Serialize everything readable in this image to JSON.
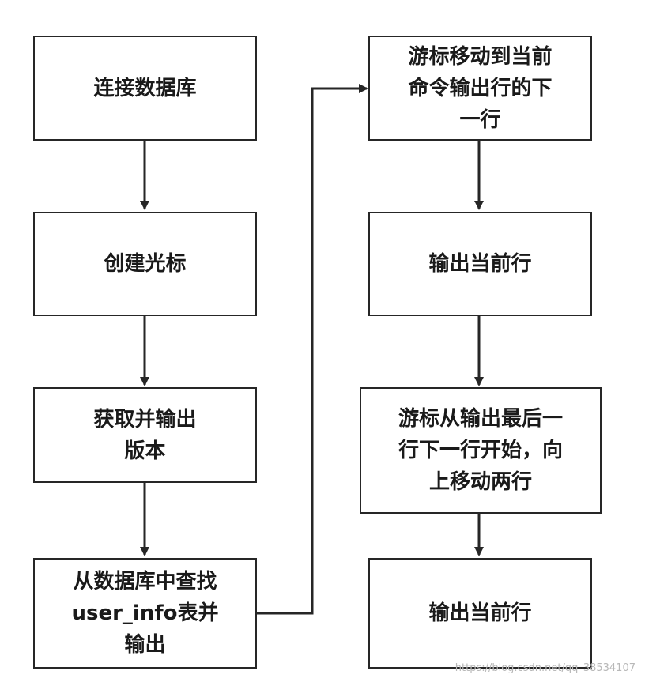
{
  "diagram": {
    "nodes": [
      {
        "id": "connect-db",
        "text": "连接数据库"
      },
      {
        "id": "create-cursor",
        "text": "创建光标"
      },
      {
        "id": "get-version",
        "text": "获取并输出\n版本"
      },
      {
        "id": "query-user-info",
        "text": "从数据库中查找\nuser_info表并\n输出"
      },
      {
        "id": "move-cursor-next",
        "text": "游标移动到当前\n命令输出行的下\n一行"
      },
      {
        "id": "output-row-1",
        "text": "输出当前行"
      },
      {
        "id": "move-cursor-up",
        "text": "游标从输出最后一\n行下一行开始，向\n上移动两行"
      },
      {
        "id": "output-row-2",
        "text": "输出当前行"
      }
    ],
    "edges": [
      {
        "from": "connect-db",
        "to": "create-cursor"
      },
      {
        "from": "create-cursor",
        "to": "get-version"
      },
      {
        "from": "get-version",
        "to": "query-user-info"
      },
      {
        "from": "query-user-info",
        "to": "move-cursor-next"
      },
      {
        "from": "move-cursor-next",
        "to": "output-row-1"
      },
      {
        "from": "output-row-1",
        "to": "move-cursor-up"
      },
      {
        "from": "move-cursor-up",
        "to": "output-row-2"
      }
    ],
    "line_color": "#262626"
  },
  "watermark": "https://blog.csdn.net/qq_38534107"
}
